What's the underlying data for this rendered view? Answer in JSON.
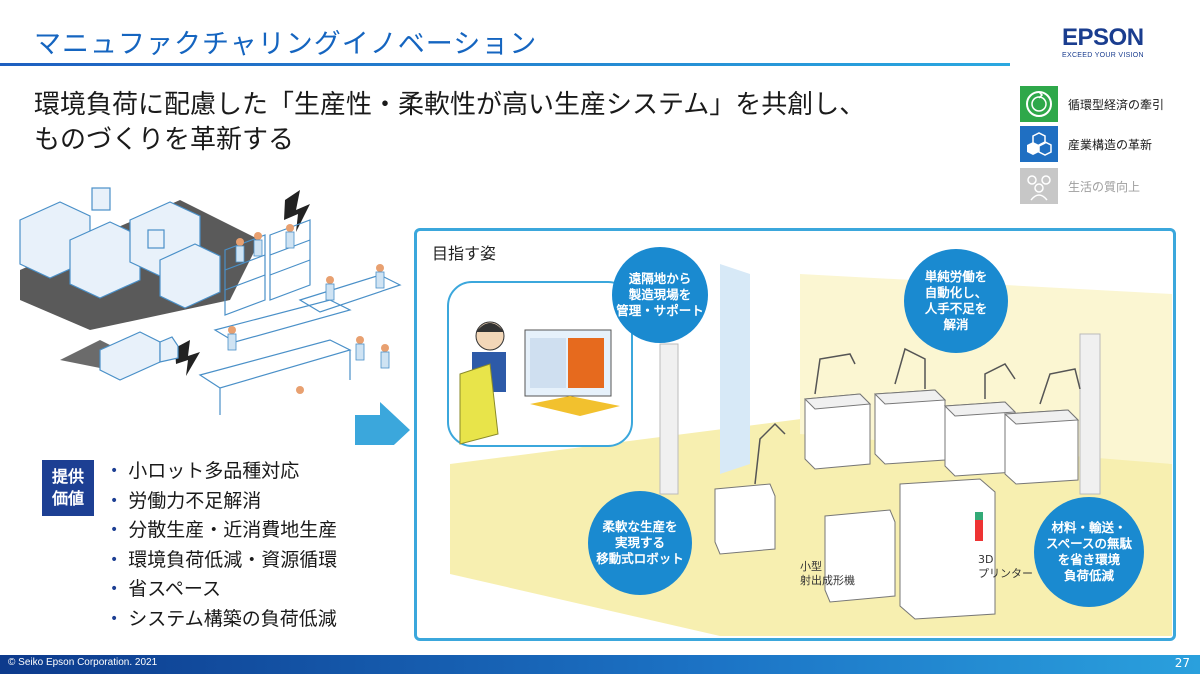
{
  "header": {
    "title": "マニュファクチャリングイノベーション",
    "subtitle_line1": "環境負荷に配慮した「生産性・柔軟性が高い生産システム」を共創し、",
    "subtitle_line2": "ものづくりを革新する"
  },
  "logo": {
    "wordmark": "EPSON",
    "tagline": "EXCEED YOUR VISION"
  },
  "badges": [
    {
      "label": "循環型経済の牽引",
      "icon": "circular-economy-icon",
      "color": "#2ea84a"
    },
    {
      "label": "産業構造の革新",
      "icon": "industrial-structure-icon",
      "color": "#1f6fc2"
    },
    {
      "label": "生活の質向上",
      "icon": "people-icon",
      "color": "#bdbdbd"
    }
  ],
  "vision": {
    "label": "目指す姿",
    "bubbles": {
      "remote": "遠隔地から\n製造現場を\n管理・サポート",
      "automation": "単純労働を\n自動化し、\n人手不足を\n解消",
      "mobile_robot": "柔軟な生産を\n実現する\n移動式ロボット",
      "materials": "材料・輸送・\nスペースの無駄\nを省き環境\n負荷低減"
    },
    "captions": {
      "injection_molding": "小型\n射出成形機",
      "printer_3d": "3D\nプリンター"
    }
  },
  "value": {
    "box_label": "提供\n価値",
    "items": [
      "小ロット多品種対応",
      "労働力不足解消",
      "分散生産・近消費地生産",
      "環境負荷低減・資源循環",
      "省スペース",
      "システム構築の負荷低減"
    ]
  },
  "footer": {
    "copyright": "© Seiko Epson Corporation. 2021",
    "page_number": "27"
  },
  "colors": {
    "accent_blue": "#1565c0",
    "frame_blue": "#3ba7dc",
    "bubble_blue": "#1a8ad0",
    "navy": "#1d3f93"
  }
}
